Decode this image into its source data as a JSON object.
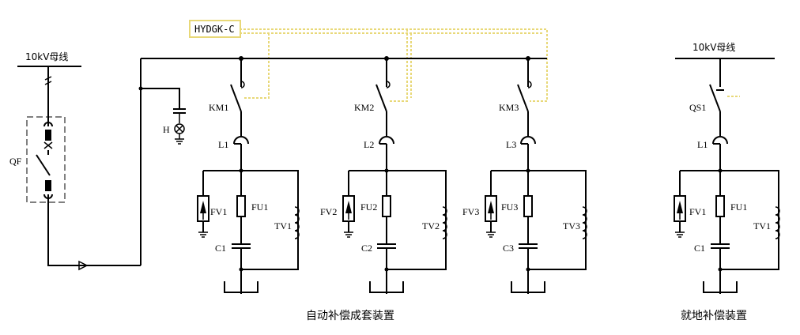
{
  "controller": {
    "label": "HYDGK-C"
  },
  "bus": {
    "left_label": "10kV母线",
    "right_label": "10kV母线"
  },
  "breaker": {
    "label": "QF"
  },
  "indicator": {
    "label": "H"
  },
  "groups": [
    {
      "switch": "KM1",
      "reactor": "L1",
      "arrester": "FV1",
      "fuse": "FU1",
      "pt": "TV1",
      "capacitor": "C1"
    },
    {
      "switch": "KM2",
      "reactor": "L2",
      "arrester": "FV2",
      "fuse": "FU2",
      "pt": "TV2",
      "capacitor": "C2"
    },
    {
      "switch": "KM3",
      "reactor": "L3",
      "arrester": "FV3",
      "fuse": "FU3",
      "pt": "TV3",
      "capacitor": "C3"
    }
  ],
  "local_group": {
    "switch": "QS1",
    "reactor": "L1",
    "arrester": "FV1",
    "fuse": "FU1",
    "pt": "TV1",
    "capacitor": "C1"
  },
  "captions": {
    "auto": "自动补偿成套装置",
    "local": "就地补偿装置"
  },
  "colors": {
    "wire": "#000000",
    "control": "#e8d878"
  }
}
